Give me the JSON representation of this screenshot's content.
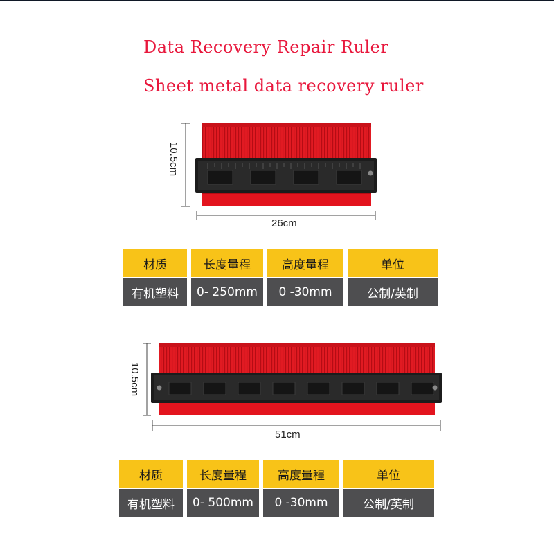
{
  "header": {
    "title_line1": "Data Recovery Repair Ruler",
    "title_line2": "Sheet metal data recovery ruler"
  },
  "product_small": {
    "height_label": "10.5cm",
    "width_label": "26cm",
    "table": {
      "headers": [
        "材质",
        "长度量程",
        "高度量程",
        "单位"
      ],
      "values": [
        "有机塑料",
        "0- 250mm",
        "0 -30mm",
        "公制/英制"
      ]
    }
  },
  "product_large": {
    "height_label": "10.5cm",
    "width_label": "51cm",
    "table": {
      "headers": [
        "材质",
        "长度量程",
        "高度量程",
        "单位"
      ],
      "values": [
        "有机塑料",
        "0- 500mm",
        "0 -30mm",
        "公制/英制"
      ]
    }
  },
  "colors": {
    "title": "#e8173c",
    "ruler_body": "#e3141e",
    "ruler_clamp": "#1c1c1c",
    "table_header": "#f8c318",
    "table_values": "#4e4e50"
  }
}
